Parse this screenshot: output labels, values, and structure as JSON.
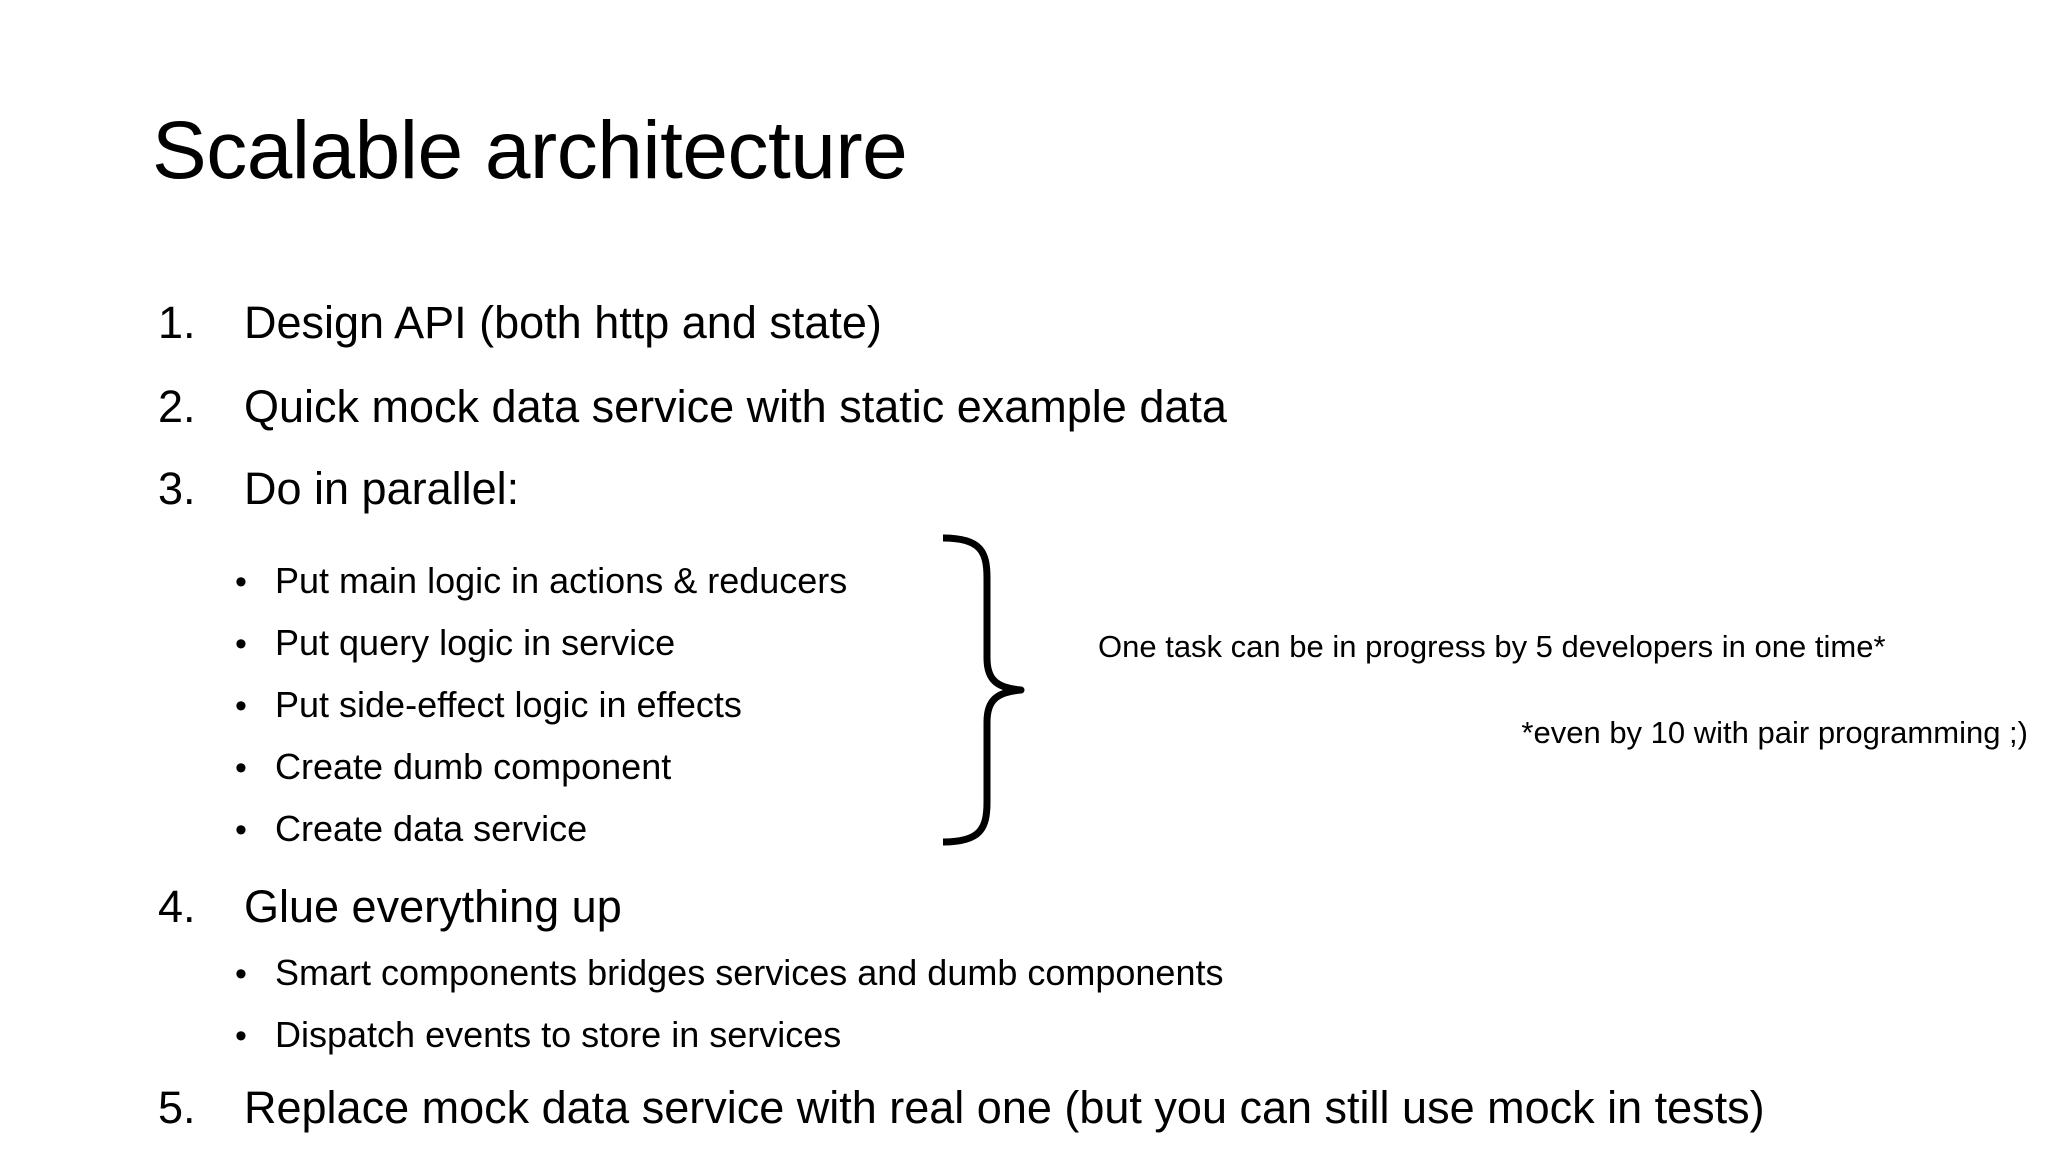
{
  "slide": {
    "title": "Scalable architecture",
    "background_color": "#ffffff",
    "text_color": "#000000"
  },
  "steps": [
    {
      "marker": "1.",
      "text": "Design API (both http and state)"
    },
    {
      "marker": "2.",
      "text": "Quick mock data service with static example data"
    },
    {
      "marker": "3.",
      "text": "Do in parallel:"
    },
    {
      "marker": "4.",
      "text": "Glue everything up"
    },
    {
      "marker": "5.",
      "text": "Replace mock data service with real one (but you can still use mock in tests)"
    }
  ],
  "parallel_tasks": {
    "bullet_glyph": "•",
    "items": [
      {
        "text": "Put main logic in actions & reducers"
      },
      {
        "text": "Put query logic in service"
      },
      {
        "text": "Put side-effect logic in effects"
      },
      {
        "text": "Create dumb component"
      },
      {
        "text": "Create data service"
      }
    ]
  },
  "glue_tasks": {
    "bullet_glyph": "•",
    "items": [
      {
        "text": "Smart components bridges services and dumb components"
      },
      {
        "text": "Dispatch events to store in services"
      }
    ]
  },
  "annotation": {
    "line1": "One task can be in progress by 5 developers in one time*",
    "line2": "*even by 10 with pair programming ;)"
  },
  "brace": {
    "name": "right-curly-brace",
    "stroke_color": "#000000",
    "stroke_width": 7
  }
}
